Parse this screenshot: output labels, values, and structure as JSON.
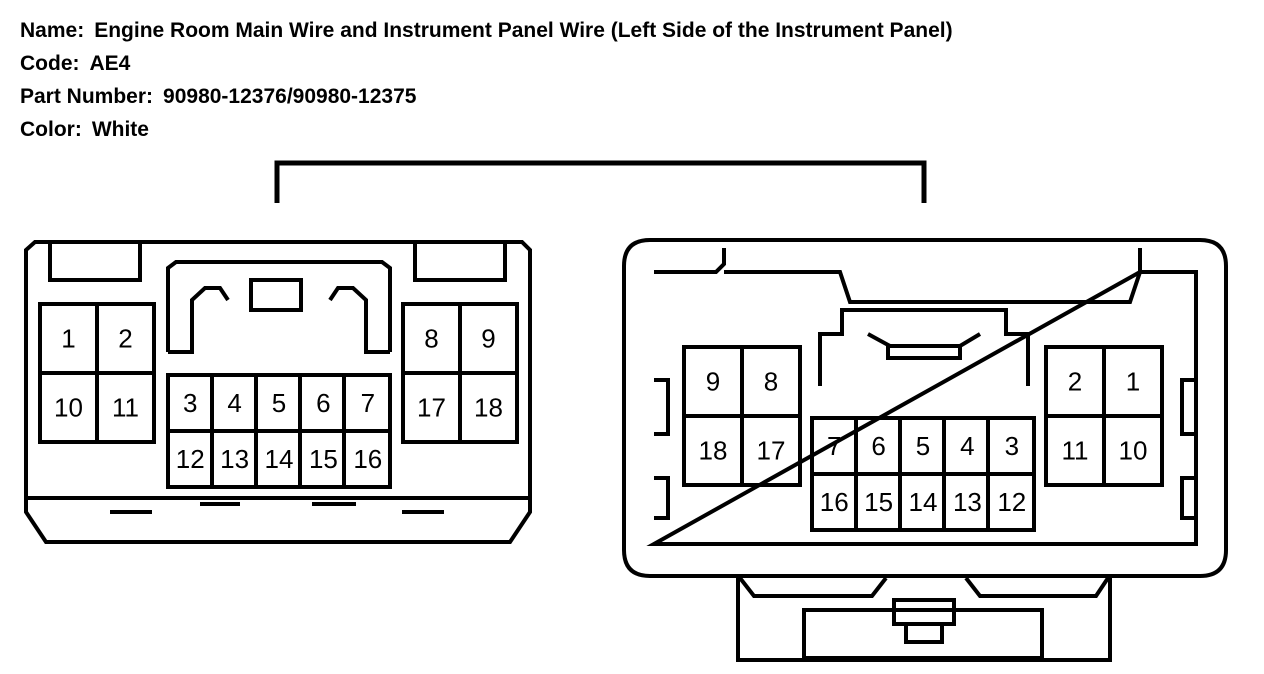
{
  "header": {
    "name_label": "Name:",
    "name_value": "Engine Room Main Wire and Instrument Panel Wire (Left Side of the Instrument Panel)",
    "code_label": "Code:",
    "code_value": "AE4",
    "part_label": "Part Number:",
    "part_value": "90980-12376/90980-12375",
    "color_label": "Color:",
    "color_value": "White"
  },
  "left_connector": {
    "pins_left_block": [
      "1",
      "2",
      "10",
      "11"
    ],
    "pins_center_block": [
      "3",
      "4",
      "5",
      "6",
      "7",
      "12",
      "13",
      "14",
      "15",
      "16"
    ],
    "pins_right_block": [
      "8",
      "9",
      "17",
      "18"
    ]
  },
  "right_connector": {
    "pins_left_block": [
      "9",
      "8",
      "18",
      "17"
    ],
    "pins_center_block": [
      "7",
      "6",
      "5",
      "4",
      "3",
      "16",
      "15",
      "14",
      "13",
      "12"
    ],
    "pins_right_block": [
      "2",
      "1",
      "11",
      "10"
    ]
  }
}
